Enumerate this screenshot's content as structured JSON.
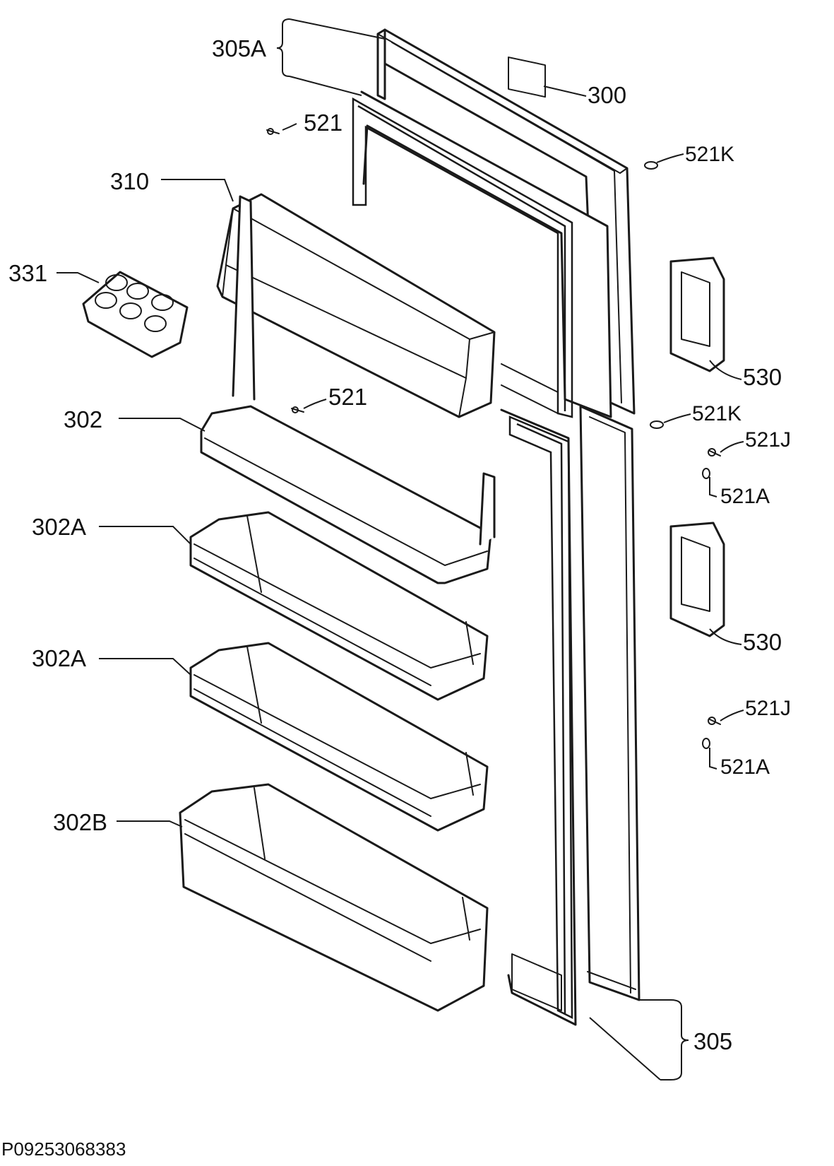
{
  "diagram": {
    "callouts": {
      "c305A": "305A",
      "c300": "300",
      "c521_top": "521",
      "c521K_top": "521K",
      "c310": "310",
      "c331": "331",
      "c530_top": "530",
      "c521_mid": "521",
      "c302": "302",
      "c521K_mid": "521K",
      "c521J_top": "521J",
      "c521A_top": "521A",
      "c302A_1": "302A",
      "c530_bottom": "530",
      "c302A_2": "302A",
      "c521J_bottom": "521J",
      "c521A_bottom": "521A",
      "c302B": "302B",
      "c305": "305"
    },
    "footer_code": "P09253068383"
  }
}
